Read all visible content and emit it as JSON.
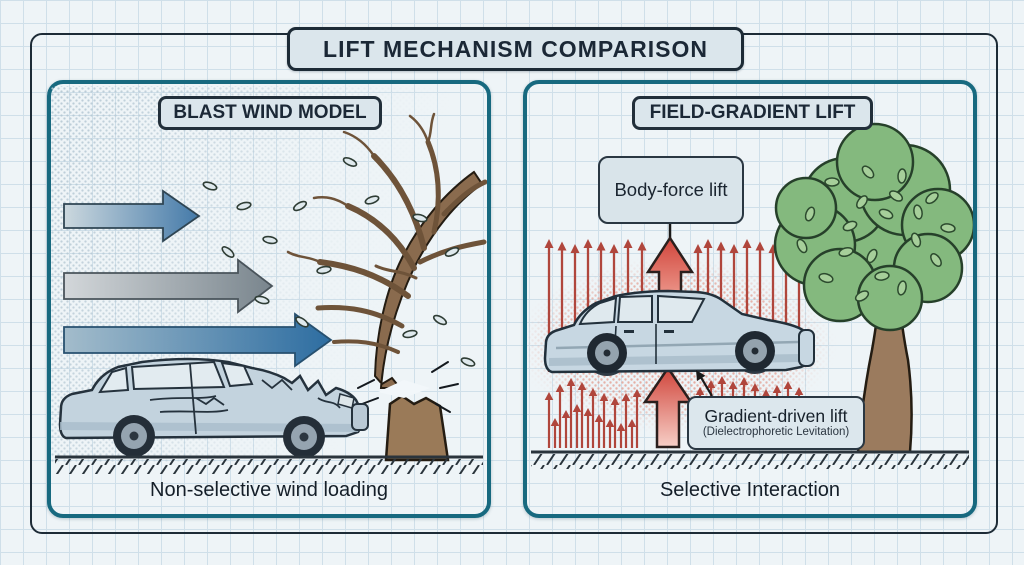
{
  "title": "LIFT MECHANISM COMPARISON",
  "panels": {
    "left": {
      "header": "BLAST WIND MODEL",
      "caption": "Non-selective wind loading"
    },
    "right": {
      "header": "FIELD-GRADIENT LIFT",
      "caption": "Selective Interaction",
      "body_force_label": "Body-force lift",
      "gradient_label": "Gradient-driven lift",
      "gradient_sublabel": "(Dielectrophoretic Levitation)"
    }
  },
  "colors": {
    "paper_bg": "#eef4f7",
    "grid_line": "#cfdfe9",
    "frame_border": "#1d2b36",
    "panel_border": "#17697f",
    "label_bg": "#dbe6ec",
    "wind_arrow_blue": "#3f78a8",
    "wind_arrow_gray": "#7b868e",
    "lift_arrow_red": "#c2453c",
    "field_arrow_red": "#b0463c",
    "tree_green": "#84b97e",
    "trunk_brown": "#8a6b4e",
    "car_body": "#c7d7e2",
    "text": "#1d2733"
  }
}
